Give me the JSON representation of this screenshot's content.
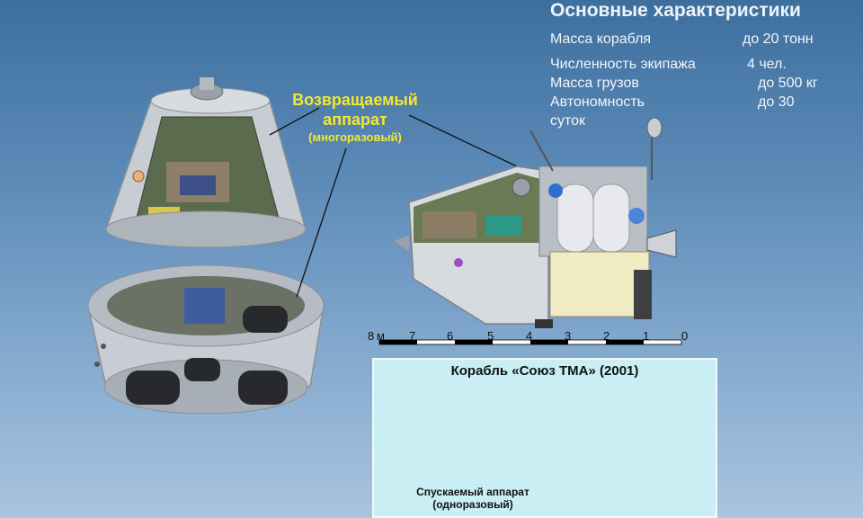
{
  "title": "Основные характеристики",
  "specs": [
    {
      "label": "Масса корабля",
      "value": "до 20 тонн"
    },
    {
      "label": "Численность экипажа",
      "value": "4 чел."
    },
    {
      "label": "Масса грузов",
      "value": "до 500 кг"
    },
    {
      "label": "Автономность",
      "value": "до 30"
    },
    {
      "label": "суток",
      "value": ""
    }
  ],
  "callout": {
    "line1": "Возвращаемый",
    "line2": "аппарат",
    "line3": "(многоразовый)"
  },
  "scale": {
    "unit": "м",
    "ticks": [
      "8",
      "7",
      "6",
      "5",
      "4",
      "3",
      "2",
      "1",
      "0"
    ]
  },
  "inset": {
    "title": "Корабль «Союз ТМА» (2001)",
    "caption_line1": "Спускаемый аппарат",
    "caption_line2": "(одноразовый)"
  },
  "colors": {
    "capsule_gray": "#c8cdd3",
    "text_light": "#f2f6fb",
    "callout_yellow": "#f2e830",
    "inset_bg": "#c9eef3"
  }
}
